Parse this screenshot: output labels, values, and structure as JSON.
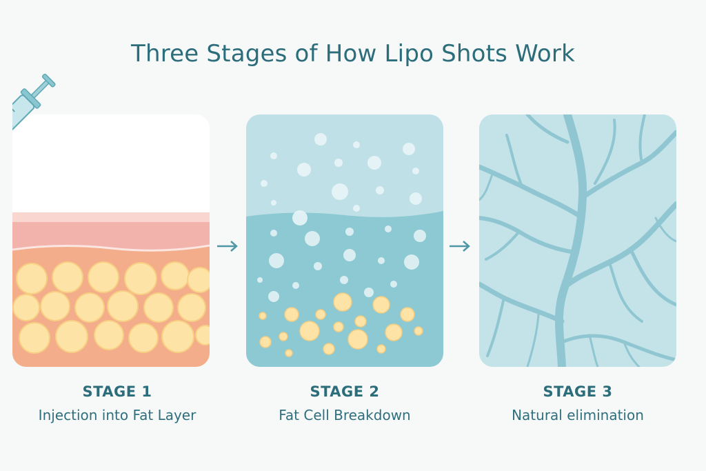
{
  "title": "Three Stages of How Lipo Shots Work",
  "stages": [
    {
      "stage": "STAGE 1",
      "description": "Injection into Fat Layer",
      "icon": "syringe-icon"
    },
    {
      "stage": "STAGE 2",
      "description": "Fat Cell Breakdown"
    },
    {
      "stage": "STAGE 3",
      "description": "Natural elimination"
    }
  ],
  "colors": {
    "title": "#2b6d7a",
    "skin": "#f2b3ad",
    "fat_layer": "#f4ad8a",
    "fat_cell": "#fde4a6",
    "fluid": "#8cc9d2",
    "vessels": "#8fc6d1"
  }
}
